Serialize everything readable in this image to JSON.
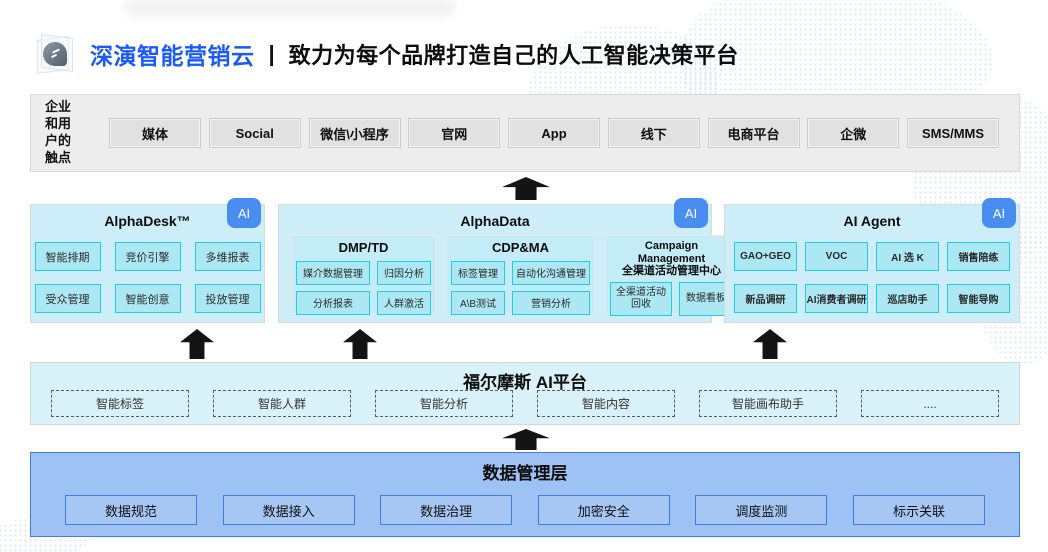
{
  "header": {
    "brand": "深演智能营销云",
    "separator": "|",
    "tagline": "致力为每个品牌打造自己的人工智能决策平台"
  },
  "touchpoints": {
    "label": "企业\n和用\n户的\n触点",
    "items": [
      "媒体",
      "Social",
      "微信\\小程序",
      "官网",
      "App",
      "线下",
      "电商平台",
      "企微",
      "SMS/MMS"
    ]
  },
  "panels": [
    {
      "title": "AlphaDesk™",
      "badge": "AI",
      "items": [
        "智能排期",
        "竞价引擎",
        "多维报表",
        "受众管理",
        "智能创意",
        "投放管理"
      ]
    },
    {
      "title": "AlphaData",
      "badge": "AI",
      "sections": [
        {
          "title": "DMP/TD",
          "items": [
            "媒介数据管理",
            "归因分析",
            "分析报表",
            "人群激活"
          ]
        },
        {
          "title": "CDP&MA",
          "items": [
            "标签管理",
            "自动化沟通管理",
            "A\\B测试",
            "营销分析"
          ]
        },
        {
          "title": "Campaign Management",
          "title2": "全渠道活动管理中心",
          "items": [
            "全渠道活动回收",
            "数据看板"
          ]
        }
      ]
    },
    {
      "title": "AI Agent",
      "badge": "AI",
      "items": [
        "GAO+GEO",
        "VOC",
        "AI 选 K",
        "销售陪练",
        "新品调研",
        "AI消费者调研",
        "巡店助手",
        "智能导购"
      ]
    }
  ],
  "ai_platform": {
    "title": "福尔摩斯 AI平台",
    "items": [
      "智能标签",
      "智能人群",
      "智能分析",
      "智能内容",
      "智能画布助手",
      "...."
    ]
  },
  "data_layer": {
    "title": "数据管理层",
    "items": [
      "数据规范",
      "数据接入",
      "数据治理",
      "加密安全",
      "调度监测",
      "标示关联"
    ]
  },
  "colors": {
    "brand_blue": "#1b5bf5",
    "badge_blue": "#4a8df0",
    "panel_cyan_bg": "#cdeef8",
    "item_cyan_border": "#22cce3",
    "item_cyan_bg": "#ace8f3",
    "ai_band_bg": "#d9f1f9",
    "data_band_bg": "#9fc2f4",
    "data_band_border": "#3f7ce9",
    "touchbar_bg": "#ededed",
    "arrow_black": "#141414"
  }
}
